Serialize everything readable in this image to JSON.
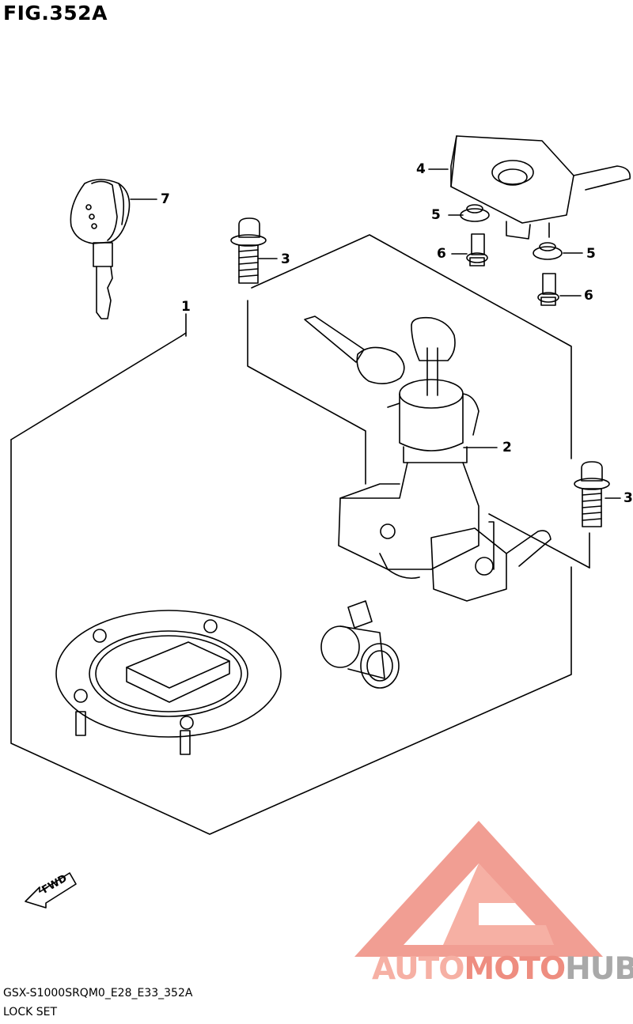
{
  "figure": {
    "title": "FIG.352A"
  },
  "callouts": [
    "1",
    "2",
    "3",
    "3",
    "4",
    "5",
    "5",
    "6",
    "6",
    "7"
  ],
  "fwd_label": "FWD",
  "footer": {
    "model_code": "GSX-S1000SRQM0_E28_E33_352A",
    "section_name": "LOCK SET"
  },
  "watermark": {
    "part1": "AUTO",
    "part2": "MOTO",
    "part3": "HUB"
  },
  "colors": {
    "line": "#000000",
    "watermark_light": "#f6b0a4",
    "watermark_mid": "#ee8d80",
    "watermark_grey": "#a9a9a9"
  }
}
